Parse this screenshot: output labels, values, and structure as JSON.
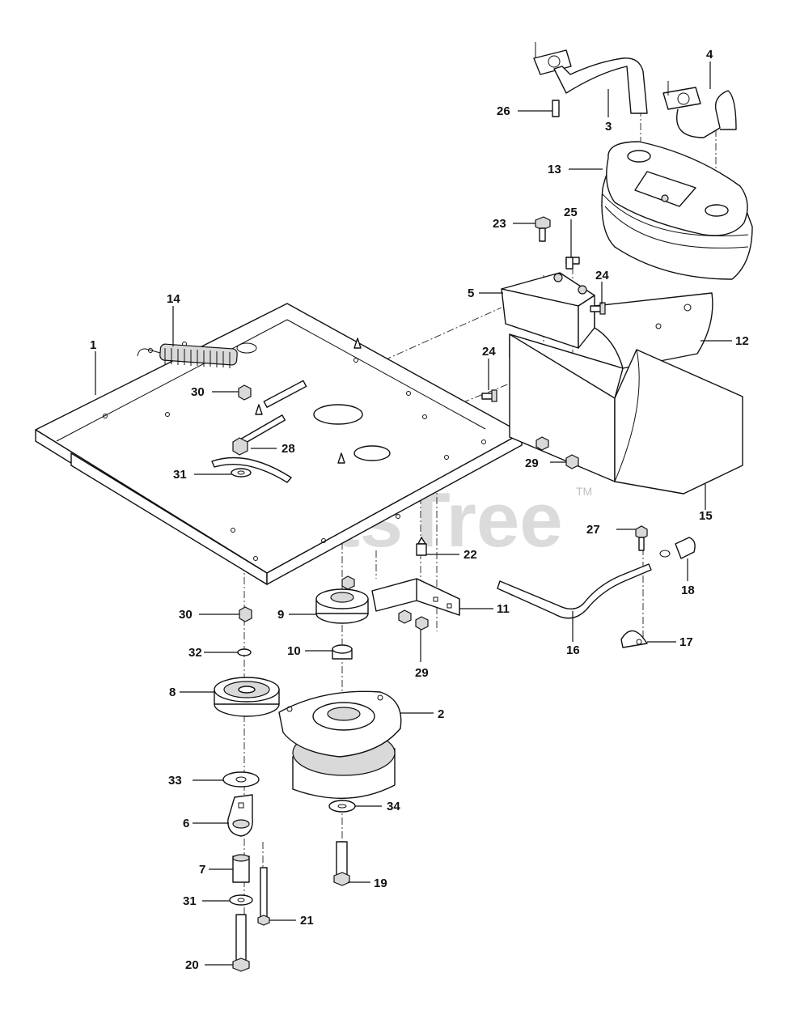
{
  "watermark": {
    "text": "PartsTree",
    "mark": "TM"
  },
  "callouts": {
    "c1": "1",
    "c2": "2",
    "c3": "3",
    "c4": "4",
    "c5": "5",
    "c6": "6",
    "c7": "7",
    "c8": "8",
    "c9": "9",
    "c10": "10",
    "c11": "11",
    "c12": "12",
    "c13": "13",
    "c14": "14",
    "c15": "15",
    "c16": "16",
    "c17": "17",
    "c18": "18",
    "c19": "19",
    "c20": "20",
    "c21": "21",
    "c22": "22",
    "c23": "23",
    "c24a": "24",
    "c24b": "24",
    "c25": "25",
    "c26": "26",
    "c27": "27",
    "c28": "28",
    "c29a": "29",
    "c29b": "29",
    "c30a": "30",
    "c30b": "30",
    "c31a": "31",
    "c31b": "31",
    "c32": "32",
    "c33": "33",
    "c34": "34"
  }
}
